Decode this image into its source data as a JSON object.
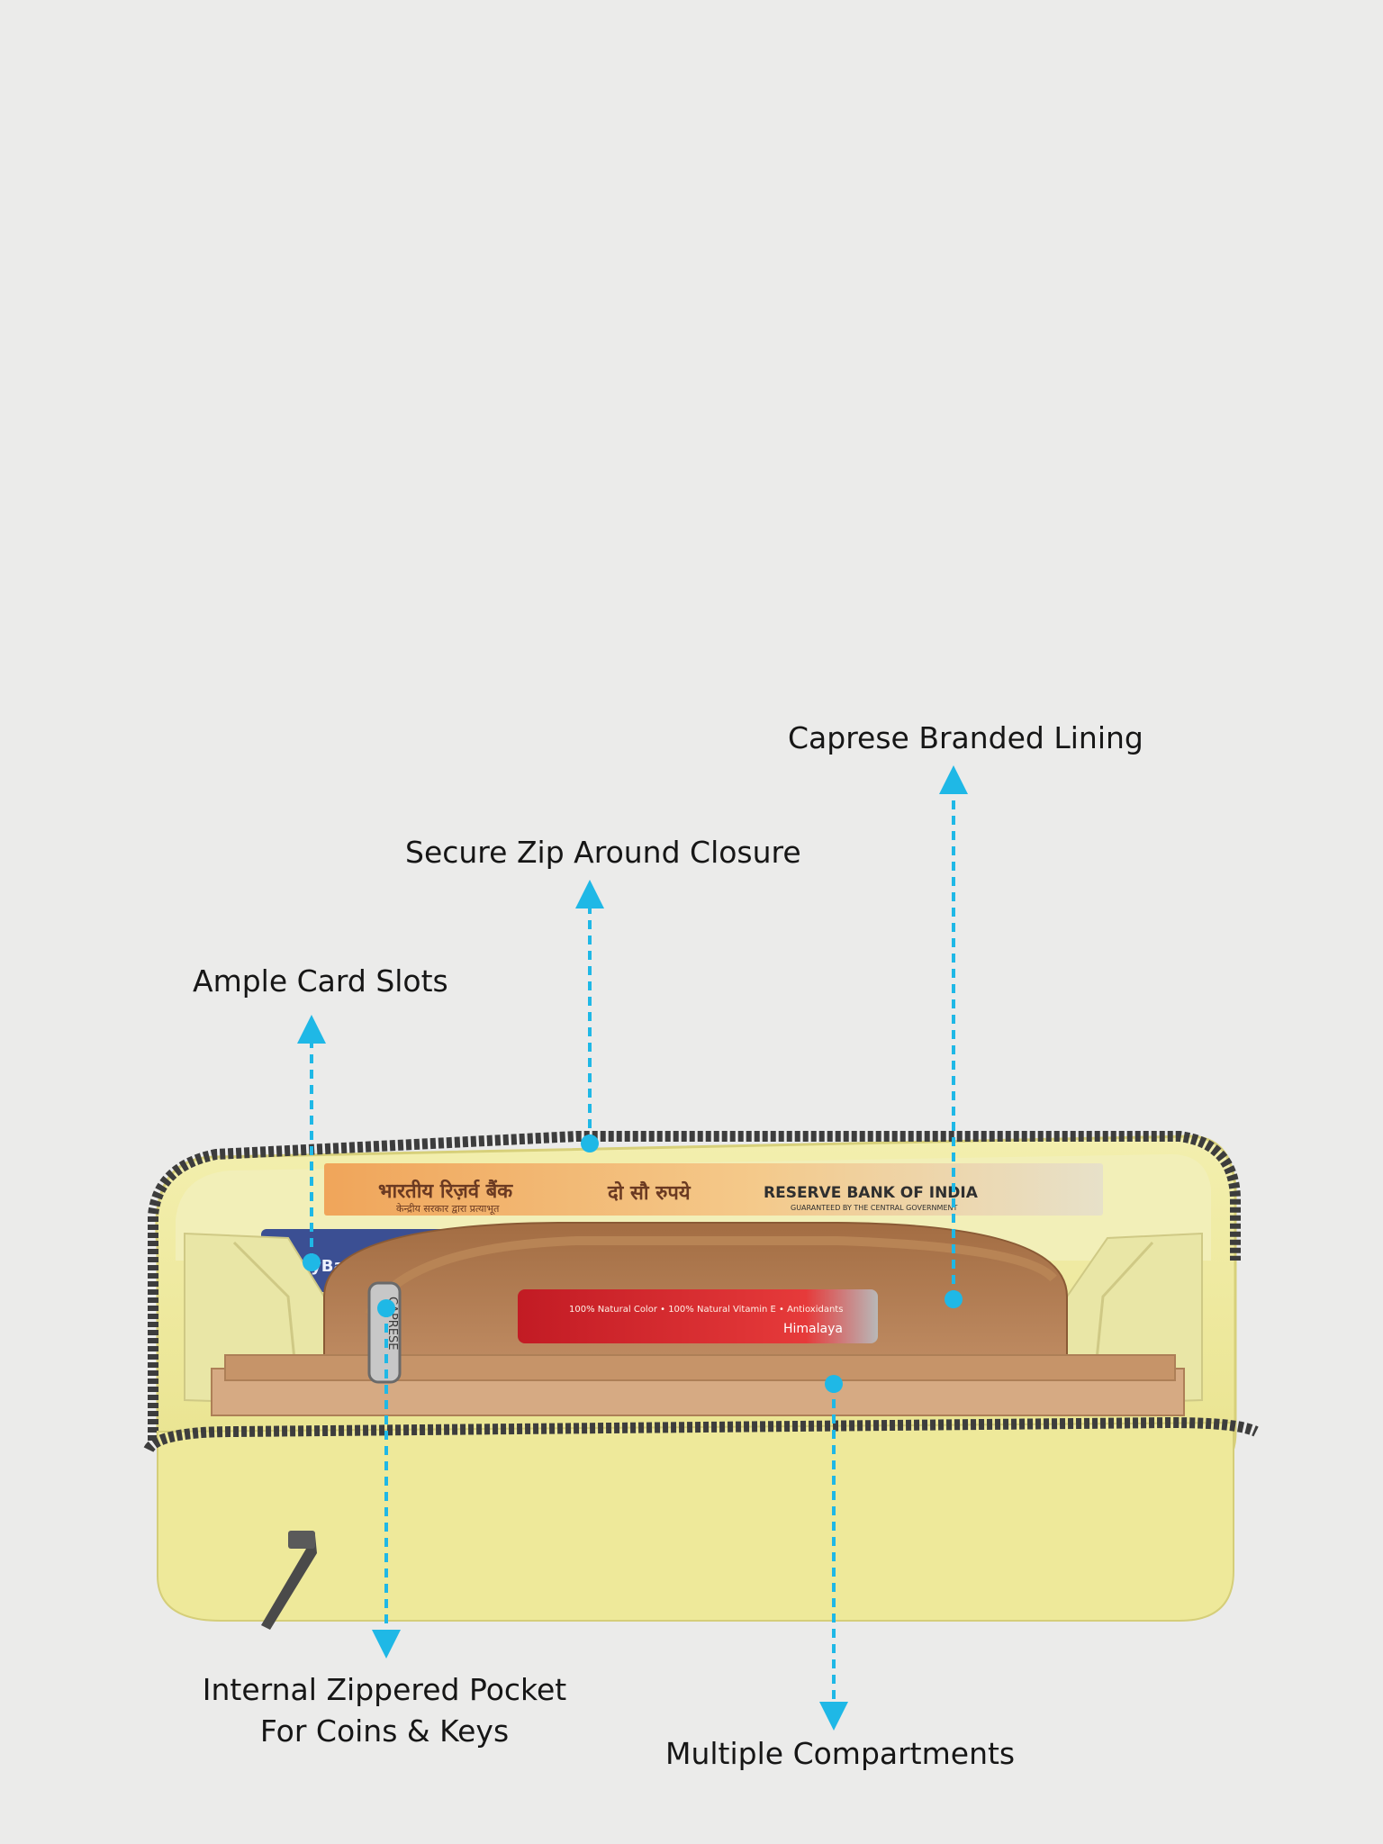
{
  "colors": {
    "background": "#ebebea",
    "wallet_body": "#eee99a",
    "wallet_inner": "#e7e49c",
    "lining": "#b27e52",
    "zipper": "#3d3d3d",
    "callout": "#1fb8e6",
    "label_text": "#161616"
  },
  "callouts": {
    "lining": "Caprese Branded Lining",
    "zip_closure": "Secure Zip Around Closure",
    "card_slots": "Ample Card Slots",
    "zipper_pocket_line1": "Internal Zippered Pocket",
    "zipper_pocket_line2": "For Coins & Keys",
    "compartments": "Multiple Compartments"
  },
  "props": {
    "banknote_hindi": "भारतीय रिज़र्व बैंक",
    "banknote_hindi_sub": "केन्द्रीय सरकार द्वारा प्रत्याभूत",
    "banknote_amount": "दो सौ रुपये",
    "banknote_english": "RESERVE BANK OF INDIA",
    "banknote_english_sub": "GUARANTEED BY THE CENTRAL GOVERNMENT",
    "card_text": "yBack",
    "zip_pull_brand": "CAPRESE",
    "lip_balm_brand": "Himalaya",
    "lip_balm_text": "100% Natural Color • 100% Natural Vitamin E • Antioxidants"
  }
}
